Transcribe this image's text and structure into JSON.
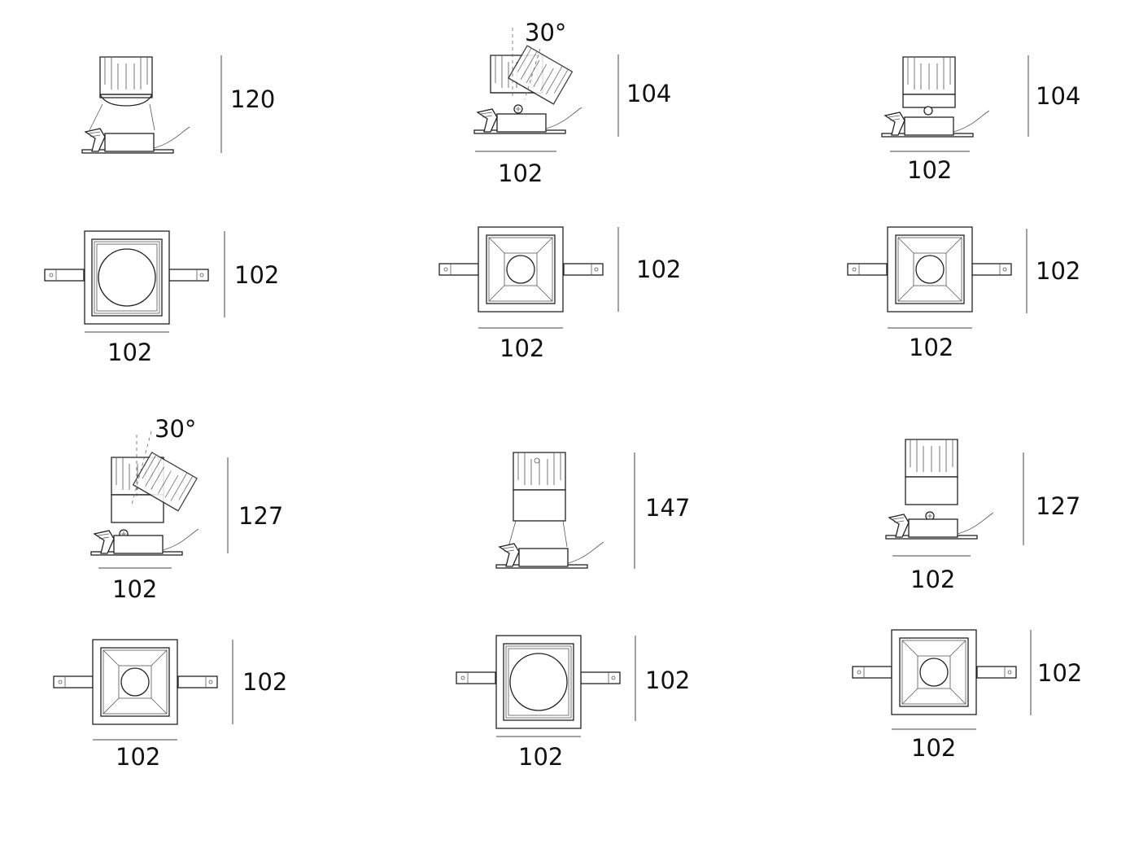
{
  "drawings": [
    {
      "side": {
        "height": "120",
        "width": null,
        "angle": null
      },
      "plan": {
        "height": "102",
        "width": "102"
      }
    },
    {
      "side": {
        "height": "104",
        "width": "102",
        "angle": "30°"
      },
      "plan": {
        "height": "102",
        "width": "102"
      }
    },
    {
      "side": {
        "height": "104",
        "width": "102",
        "angle": null
      },
      "plan": {
        "height": "102",
        "width": "102"
      }
    },
    {
      "side": {
        "height": "127",
        "width": "102",
        "angle": "30°"
      },
      "plan": {
        "height": "102",
        "width": "102"
      }
    },
    {
      "side": {
        "height": "147",
        "width": null,
        "angle": null
      },
      "plan": {
        "height": "102",
        "width": "102"
      }
    },
    {
      "side": {
        "height": "127",
        "width": "102",
        "angle": null
      },
      "plan": {
        "height": "102",
        "width": "102"
      }
    }
  ]
}
